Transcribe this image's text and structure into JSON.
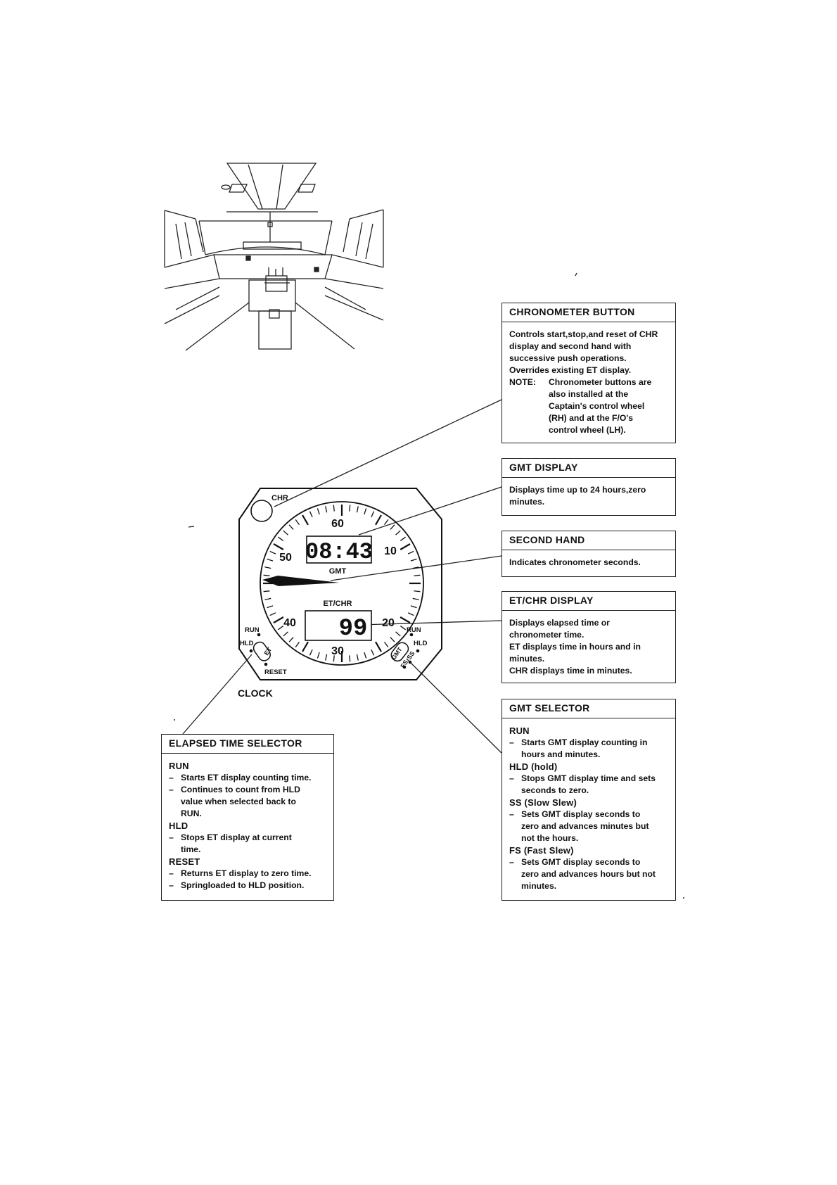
{
  "clock": {
    "chr_button": "CHR",
    "dial_numbers": [
      "60",
      "10",
      "20",
      "30",
      "40",
      "50"
    ],
    "gmt_label": "GMT",
    "gmt_digits": "08:43",
    "et_label": "ET/CHR",
    "et_digits": "99",
    "et_knob": {
      "run": "RUN",
      "hld": "HLD",
      "et": "ET",
      "reset": "RESET"
    },
    "gmt_knob": {
      "run": "RUN",
      "hld": "HLD",
      "gmt": "GMT",
      "ss": "SS",
      "fs": "FS"
    },
    "caption": "CLOCK"
  },
  "callouts": {
    "chronometer_button": {
      "title": "CHRONOMETER BUTTON",
      "lines": [
        "Controls start,stop,and reset of CHR",
        "display and second hand with",
        "successive push operations.",
        "Overrides existing ET display."
      ],
      "note_label": "NOTE:",
      "note_lines": [
        "Chronometer buttons are",
        "also installed at the",
        "Captain's control wheel",
        "(RH) and at the F/O's",
        "control wheel (LH)."
      ]
    },
    "gmt_display": {
      "title": "GMT DISPLAY",
      "lines": [
        "Displays time up to 24 hours,zero",
        "minutes."
      ]
    },
    "second_hand": {
      "title": "SECOND HAND",
      "lines": [
        "Indicates chronometer seconds."
      ]
    },
    "et_chr_display": {
      "title": "ET/CHR DISPLAY",
      "lines": [
        "Displays elapsed time or",
        "chronometer time.",
        "ET displays time in hours  and in",
        "minutes.",
        "CHR displays time in minutes."
      ]
    },
    "gmt_selector": {
      "title": "GMT SELECTOR",
      "run": "RUN",
      "run_1": [
        "Starts GMT display counting in",
        "hours and minutes."
      ],
      "hld": "HLD (hold)",
      "hld_1": [
        "Stops GMT display time and sets",
        "seconds to zero."
      ],
      "ss": "SS (Slow Slew)",
      "ss_1": [
        "Sets GMT display seconds to",
        "zero and advances minutes but",
        "not the hours."
      ],
      "fs": "FS (Fast Slew)",
      "fs_1": [
        "Sets GMT display seconds to",
        "zero and advances hours but not",
        "minutes."
      ]
    },
    "elapsed_time_selector": {
      "title": "ELAPSED TIME SELECTOR",
      "run": "RUN",
      "run_1": [
        "Starts ET display counting time."
      ],
      "run_2": [
        "Continues to count from HLD",
        "value when selected back to",
        "RUN."
      ],
      "hld": "HLD",
      "hld_1": [
        "Stops ET display at current",
        "time."
      ],
      "reset": "RESET",
      "reset_1": [
        "Returns ET display to zero time."
      ],
      "reset_2": [
        "Springloaded to HLD position."
      ]
    }
  }
}
